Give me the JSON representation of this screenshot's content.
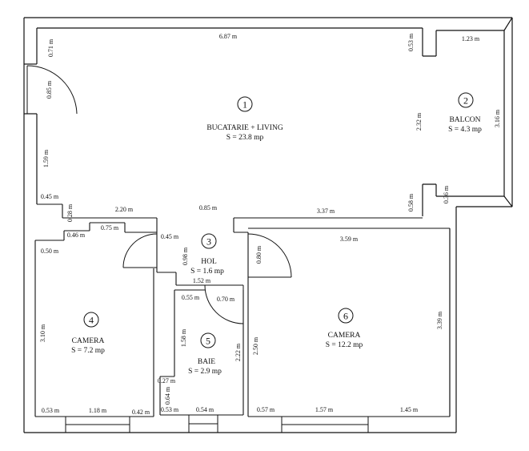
{
  "rooms": [
    {
      "num": "1",
      "name": "BUCATARIE + LIVING",
      "area": "S = 23.8 mp"
    },
    {
      "num": "2",
      "name": "BALCON",
      "area": "S = 4.3 mp"
    },
    {
      "num": "3",
      "name": "HOL",
      "area": "S = 1.6 mp"
    },
    {
      "num": "4",
      "name": "CAMERA",
      "area": "S = 7.2 mp"
    },
    {
      "num": "5",
      "name": "BAIE",
      "area": "S = 2.9 mp"
    },
    {
      "num": "6",
      "name": "CAMERA",
      "area": "S = 12.2 mp"
    }
  ],
  "dims": {
    "d_6_87": "6.87 m",
    "d_1_23": "1.23 m",
    "d_0_71": "0.71 m",
    "d_0_53_top": "0.53 m",
    "d_0_85_door": "0.85 m",
    "d_2_32": "2.32 m",
    "d_3_16": "3.16 m",
    "d_1_59": "1.59 m",
    "d_0_45_a": "0.45 m",
    "d_0_28": "0.28 m",
    "d_2_20": "2.20 m",
    "d_0_85_mid": "0.85 m",
    "d_3_37": "3.37 m",
    "d_0_58": "0.58 m",
    "d_0_36": "0.36 m",
    "d_0_46": "0.46 m",
    "d_0_75": "0.75 m",
    "d_0_45_b": "0.45 m",
    "d_0_50": "0.50 m",
    "d_0_98": "0.98 m",
    "d_0_80": "0.80 m",
    "d_3_59": "3.59 m",
    "d_1_52": "1.52 m",
    "d_0_55": "0.55 m",
    "d_0_70": "0.70 m",
    "d_3_10": "3.10 m",
    "d_1_58": "1.58 m",
    "d_2_22": "2.22 m",
    "d_2_50": "2.50 m",
    "d_3_39": "3.39 m",
    "d_0_27": "0.27 m",
    "d_0_64": "0.64 m",
    "d_0_53_l": "0.53 m",
    "d_1_18": "1.18 m",
    "d_0_42": "0.42 m",
    "d_0_53_b": "0.53 m",
    "d_0_54": "0.54 m",
    "d_0_57": "0.57 m",
    "d_1_57": "1.57 m",
    "d_1_45": "1.45 m"
  }
}
